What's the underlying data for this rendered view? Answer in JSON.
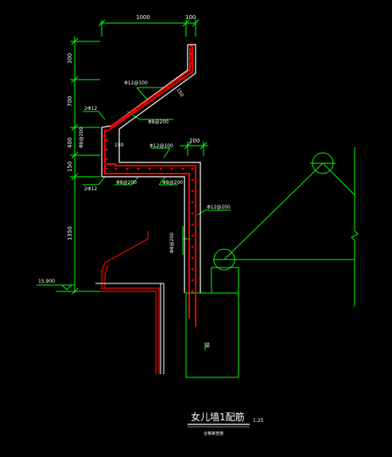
{
  "colors": {
    "background": "#000000",
    "dimension": "#00ff00",
    "concrete": "#ffffff",
    "rebar": "#ff0000",
    "text": "#ffffff"
  },
  "dimensions": {
    "top_width": "1000",
    "top_thickness": "100",
    "h_300": "300",
    "h_700": "700",
    "h_400": "400",
    "h_150": "150",
    "h_1350": "1350",
    "right_200": "200",
    "slope_150": "150",
    "inner_150": "150"
  },
  "annotations": {
    "bar_top_slope": "Φ12@100",
    "bar_slope_dist": "Φ8@200",
    "bar_side_top": "2Φ12",
    "bar_side_dist": "Φ8@200",
    "bar_side_bottom": "2Φ12",
    "bar_slab_top": "Φ12@100",
    "bar_slab_bot1": "Φ8@200",
    "bar_slab_bot2": "Φ8@200",
    "bar_wall_horiz": "Φ12@200",
    "bar_wall_vert": "Φ8@200",
    "beam_label": "梁",
    "elevation": "15.900"
  },
  "title": {
    "main": "女儿墙1配筋",
    "scale": "1:25",
    "sub": "合格审查施"
  }
}
